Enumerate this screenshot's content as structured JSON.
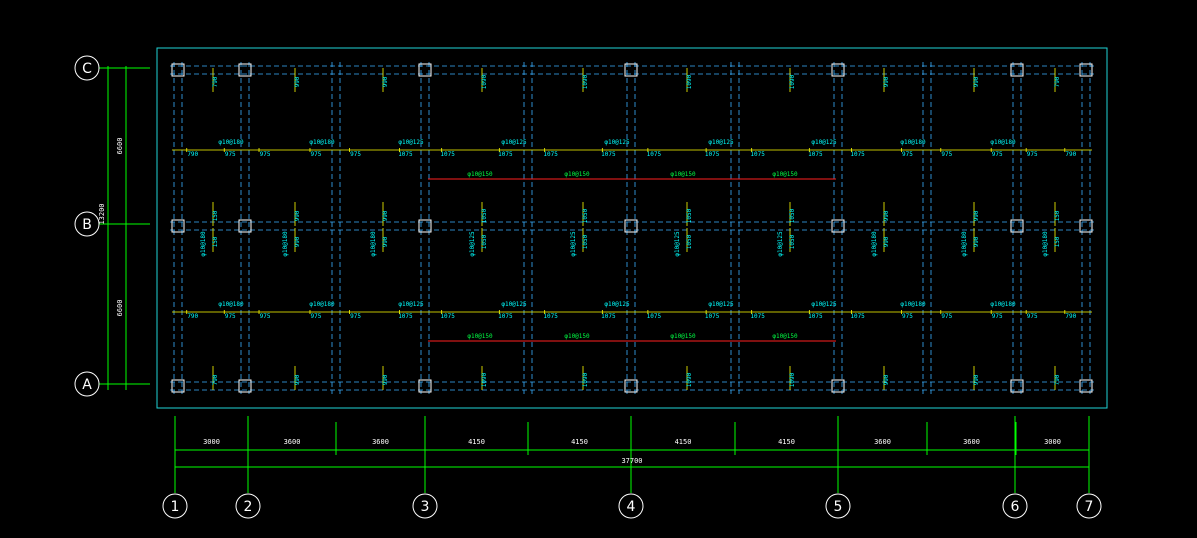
{
  "colors": {
    "background": "#000000",
    "slab_outline": "#1fd3d6",
    "beam_dash": "#3ab0ff",
    "column": "#ffffff",
    "axis_line": "#00ff00",
    "bottom_rebar": "#00ff44",
    "top_rebar_leader": "#ffff00",
    "top_rebar_text": "#00ffff",
    "red_rebar": "#ff2020",
    "text": "#ffffff"
  },
  "axes": {
    "horizontal": [
      "C",
      "B",
      "A"
    ],
    "vertical": [
      "1",
      "2",
      "3",
      "4",
      "5",
      "6",
      "7"
    ]
  },
  "dimensions": {
    "left_total": "13200",
    "left_segments": [
      "6600",
      "6600"
    ],
    "bottom_segments": [
      "3000",
      "3600",
      "3600",
      "4150",
      "4150",
      "4150",
      "4150",
      "3600",
      "3600",
      "3000"
    ],
    "bottom_total": "37700"
  },
  "labels": {
    "mid_rebar_center": "φ10@150",
    "mid_rebar_side": "φ10@150"
  },
  "top_row_vertical_texts": [
    "790",
    "990",
    "990",
    "1090",
    "1090",
    "1090",
    "1090",
    "990",
    "990",
    "790"
  ],
  "middle_top_vertical_texts": [
    "150",
    "990",
    "990",
    "1050",
    "1050",
    "1050",
    "1050",
    "990",
    "990",
    "150"
  ],
  "middle_bottom_vertical_texts": [
    "150",
    "990",
    "990",
    "1050",
    "1050",
    "1050",
    "1050",
    "990",
    "990",
    "150"
  ],
  "bottom_row_vertical_texts": [
    "790",
    "990",
    "990",
    "1090",
    "1090",
    "1090",
    "1090",
    "990",
    "990",
    "790"
  ],
  "horizontal_rebar_row_top": [
    "790",
    "975",
    "975",
    "975",
    "975",
    "1075",
    "1075",
    "1075",
    "1075",
    "1075",
    "1075",
    "1075",
    "1075",
    "1075",
    "1075",
    "975",
    "975",
    "975",
    "975",
    "790"
  ],
  "horizontal_rebar_row_bottom": [
    "790",
    "975",
    "975",
    "975",
    "975",
    "1075",
    "1075",
    "1075",
    "1075",
    "1075",
    "1075",
    "1075",
    "1075",
    "1075",
    "1075",
    "975",
    "975",
    "975",
    "975",
    "790"
  ],
  "rebar_spec_top": [
    "φ10@180",
    "φ10@180",
    "φ10@125",
    "φ10@125",
    "φ10@125",
    "φ10@125",
    "φ10@125",
    "φ10@180",
    "φ10@180"
  ],
  "rebar_spec_bottom": [
    "φ10@180",
    "φ10@180",
    "φ10@125",
    "φ10@125",
    "φ10@125",
    "φ10@125",
    "φ10@125",
    "φ10@180",
    "φ10@180"
  ],
  "rebar_spec_mid_vertical": [
    "φ10@180",
    "φ10@180",
    "φ10@180",
    "φ10@125",
    "φ10@125",
    "φ10@125",
    "φ10@125",
    "φ10@180",
    "φ10@180",
    "φ10@180"
  ]
}
